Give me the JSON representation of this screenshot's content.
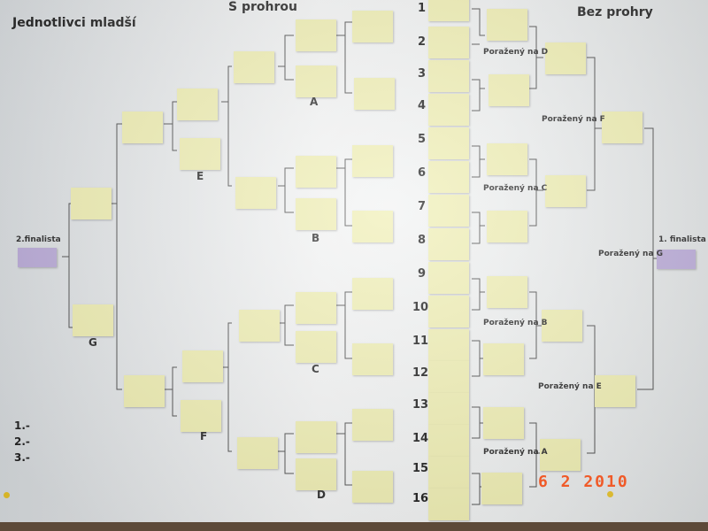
{
  "titles": {
    "left": "Jednotlivci mladší",
    "center": "S prohrou",
    "right": "Bez prohry"
  },
  "finals": {
    "left_label": "2.finalista",
    "right_label": "1. finalista"
  },
  "place_labels": [
    "1.-",
    "2.-",
    "3.-"
  ],
  "loser_letters": [
    "A",
    "B",
    "C",
    "D",
    "E",
    "F",
    "G"
  ],
  "right_bracket_labels": [
    "Poražený na D",
    "Poražený na F",
    "Poražený na C",
    "Poražený na G",
    "Poražený na B",
    "Poražený na E",
    "Poražený na A"
  ],
  "seed_numbers": [
    "1",
    "2",
    "3",
    "4",
    "5",
    "6",
    "7",
    "8",
    "9",
    "10",
    "11",
    "12",
    "13",
    "14",
    "15",
    "16"
  ],
  "date_stamp": "6 2 2010",
  "colors": {
    "note": "#efeeb0",
    "finalist_note": "#b9a9d8",
    "stamp": "#f05a28",
    "board": "#eef0f0",
    "floor": "#5d4a39"
  }
}
